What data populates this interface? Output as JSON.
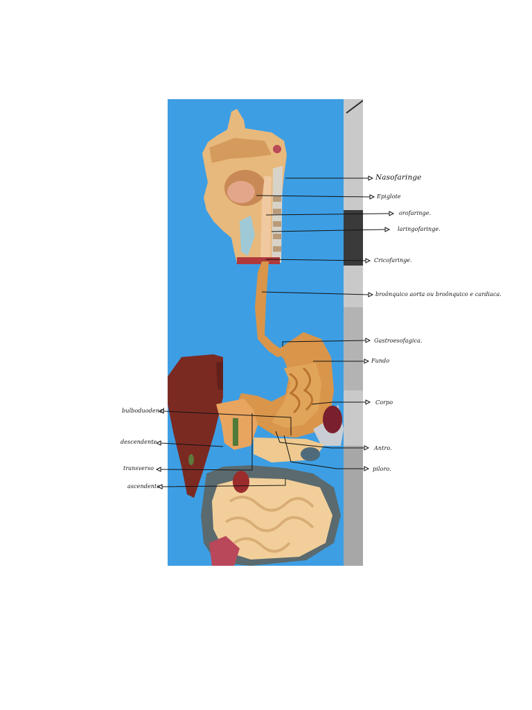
{
  "labels": {
    "nasofaringe": "Nasofaringe",
    "epiglote": "Epiglote",
    "orofaringe": "orofaringe.",
    "laringofaringe": "laringofaringe.",
    "cricofaringe": "Cricofaringe.",
    "broncoaortico": "broônquico aorta ou broônquico e cardiaca.",
    "gastroesofagica": "Gastroesofagica.",
    "fundo": "Fundo",
    "corpo": "Corpo",
    "antro": "Antro.",
    "piloro": "piloro.",
    "bulboduodenal": "bulboduodenal",
    "descendente": "descendente",
    "transverso": "transverso",
    "ascendente": "ascendente"
  },
  "colors": {
    "board": "#3b9be2",
    "tissue": "#dfa866",
    "liver": "#7b2a22",
    "intestine": "#f2cf9a"
  }
}
